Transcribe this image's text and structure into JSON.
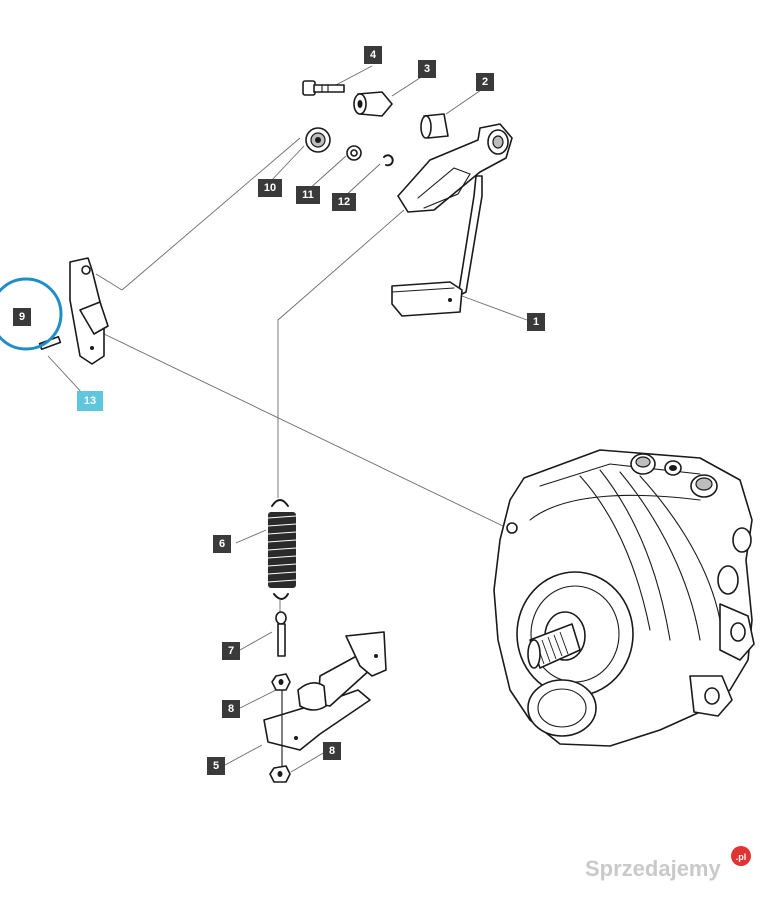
{
  "callouts": [
    {
      "label": "1",
      "highlight": false
    },
    {
      "label": "2",
      "highlight": false
    },
    {
      "label": "3",
      "highlight": false
    },
    {
      "label": "4",
      "highlight": false
    },
    {
      "label": "5",
      "highlight": false
    },
    {
      "label": "6",
      "highlight": false
    },
    {
      "label": "7",
      "highlight": false
    },
    {
      "label": "8",
      "highlight": false
    },
    {
      "label": "8",
      "highlight": false
    },
    {
      "label": "9",
      "highlight": false,
      "selected": true
    },
    {
      "label": "10",
      "highlight": false
    },
    {
      "label": "11",
      "highlight": false
    },
    {
      "label": "12",
      "highlight": false
    },
    {
      "label": "13",
      "highlight": true
    }
  ],
  "watermark": {
    "text": "Sprzedajemy",
    "badge": ".pl"
  },
  "colors": {
    "callout": "#3a3a3a",
    "callout_highlight": "#5fc7dd",
    "selection_ring": "#1d8fc7",
    "watermark_badge": "#e03333"
  }
}
